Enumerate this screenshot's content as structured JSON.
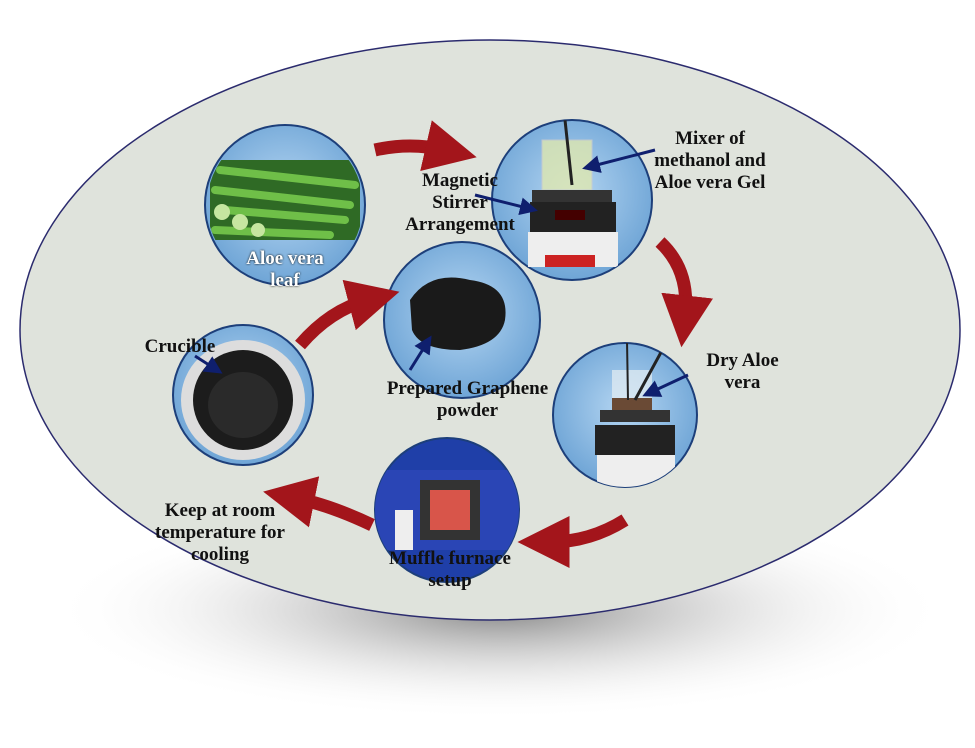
{
  "title": "Aloe vera graphene synthesis process",
  "steps": [
    {
      "id": "leaf",
      "label": "Aloe vera leaf"
    },
    {
      "id": "stirrer",
      "label": "Magnetic Stirrer Arrangement"
    },
    {
      "id": "mixer",
      "label": "Mixer of methanol and Aloe vera Gel"
    },
    {
      "id": "dry",
      "label": "Dry Aloe vera"
    },
    {
      "id": "muffle",
      "label": "Muffle furnace setup"
    },
    {
      "id": "cooling",
      "label": "Keep at room temperature for cooling"
    },
    {
      "id": "crucible",
      "label": "Crucible"
    },
    {
      "id": "graphene",
      "label": "Prepared Graphene powder"
    }
  ],
  "colors": {
    "ellipse": "#dfe3dc",
    "circle": "#8fbfe6",
    "arrow": "#a3151b",
    "pointer": "#0f1f6e"
  }
}
